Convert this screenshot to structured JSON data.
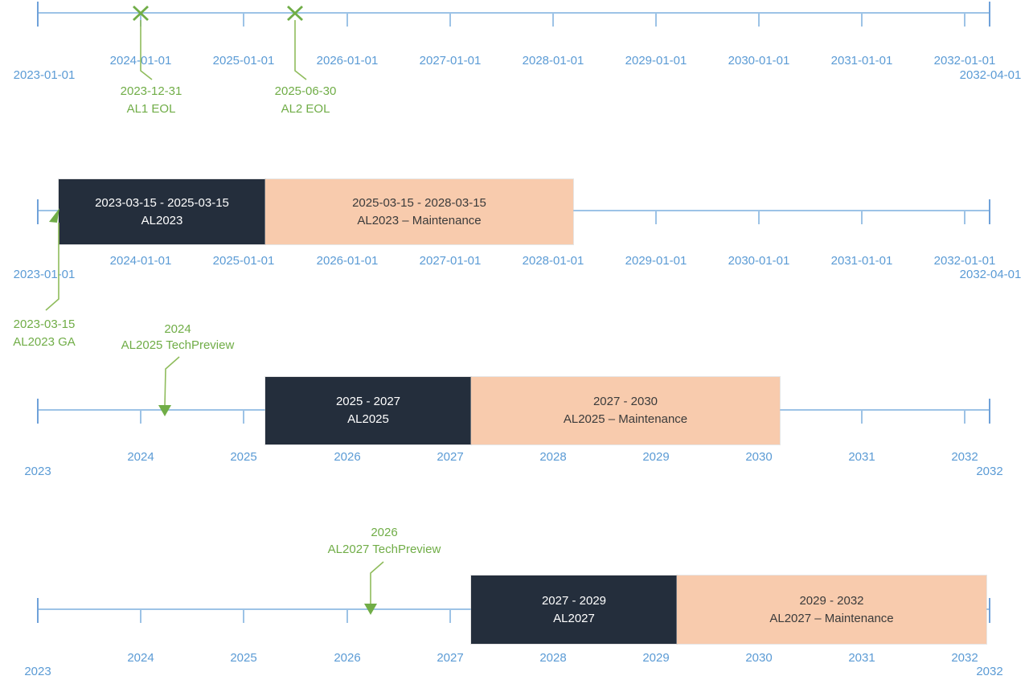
{
  "colors": {
    "axis_line": "#9DC3E6",
    "axis_end_tick": "#6FA1D9",
    "label_blue": "#5B9BD5",
    "annotation_green": "#70AD47",
    "bar_dark": "#242E3C",
    "bar_dark_text": "#FFFFFF",
    "bar_light": "#F8CBAD",
    "bar_light_text": "#3B3B3B"
  },
  "timelines": [
    {
      "name": "al1-al2-eol-timeline",
      "start_label": "2023-01-01",
      "end_label": "2032-04-01",
      "tick_labels": [
        "2024-01-01",
        "2025-01-01",
        "2026-01-01",
        "2027-01-01",
        "2028-01-01",
        "2029-01-01",
        "2030-01-01",
        "2031-01-01",
        "2032-01-01"
      ],
      "markers": [
        {
          "date": "2023-12-31",
          "label": "AL1 EOL"
        },
        {
          "date": "2025-06-30",
          "label": "AL2 EOL"
        }
      ]
    },
    {
      "name": "al2023-timeline",
      "start_label": "2023-01-01",
      "end_label": "2032-04-01",
      "tick_labels": [
        "2024-01-01",
        "2025-01-01",
        "2026-01-01",
        "2027-01-01",
        "2028-01-01",
        "2029-01-01",
        "2030-01-01",
        "2031-01-01",
        "2032-01-01"
      ],
      "bars": [
        {
          "range": "2023-03-15 - 2025-03-15",
          "label": "AL2023"
        },
        {
          "range": "2025-03-15 - 2028-03-15",
          "label": "AL2023 – Maintenance"
        }
      ],
      "annotation": {
        "line1": "2023-03-15",
        "line2": "AL2023 GA"
      }
    },
    {
      "name": "al2025-timeline",
      "start_label": "2023",
      "end_label": "2032",
      "tick_labels": [
        "2024",
        "2025",
        "2026",
        "2027",
        "2028",
        "2029",
        "2030",
        "2031",
        "2032"
      ],
      "bars": [
        {
          "range": "2025 - 2027",
          "label": "AL2025"
        },
        {
          "range": "2027 - 2030",
          "label": "AL2025 – Maintenance"
        }
      ],
      "annotation": {
        "line1": "2024",
        "line2": "AL2025 TechPreview"
      }
    },
    {
      "name": "al2027-timeline",
      "start_label": "2023",
      "end_label": "2032",
      "tick_labels": [
        "2024",
        "2025",
        "2026",
        "2027",
        "2028",
        "2029",
        "2030",
        "2031",
        "2032"
      ],
      "bars": [
        {
          "range": "2027 - 2029",
          "label": "AL2027"
        },
        {
          "range": "2029 - 2032",
          "label": "AL2027 – Maintenance"
        }
      ],
      "annotation": {
        "line1": "2026",
        "line2": "AL2027 TechPreview"
      }
    }
  ]
}
